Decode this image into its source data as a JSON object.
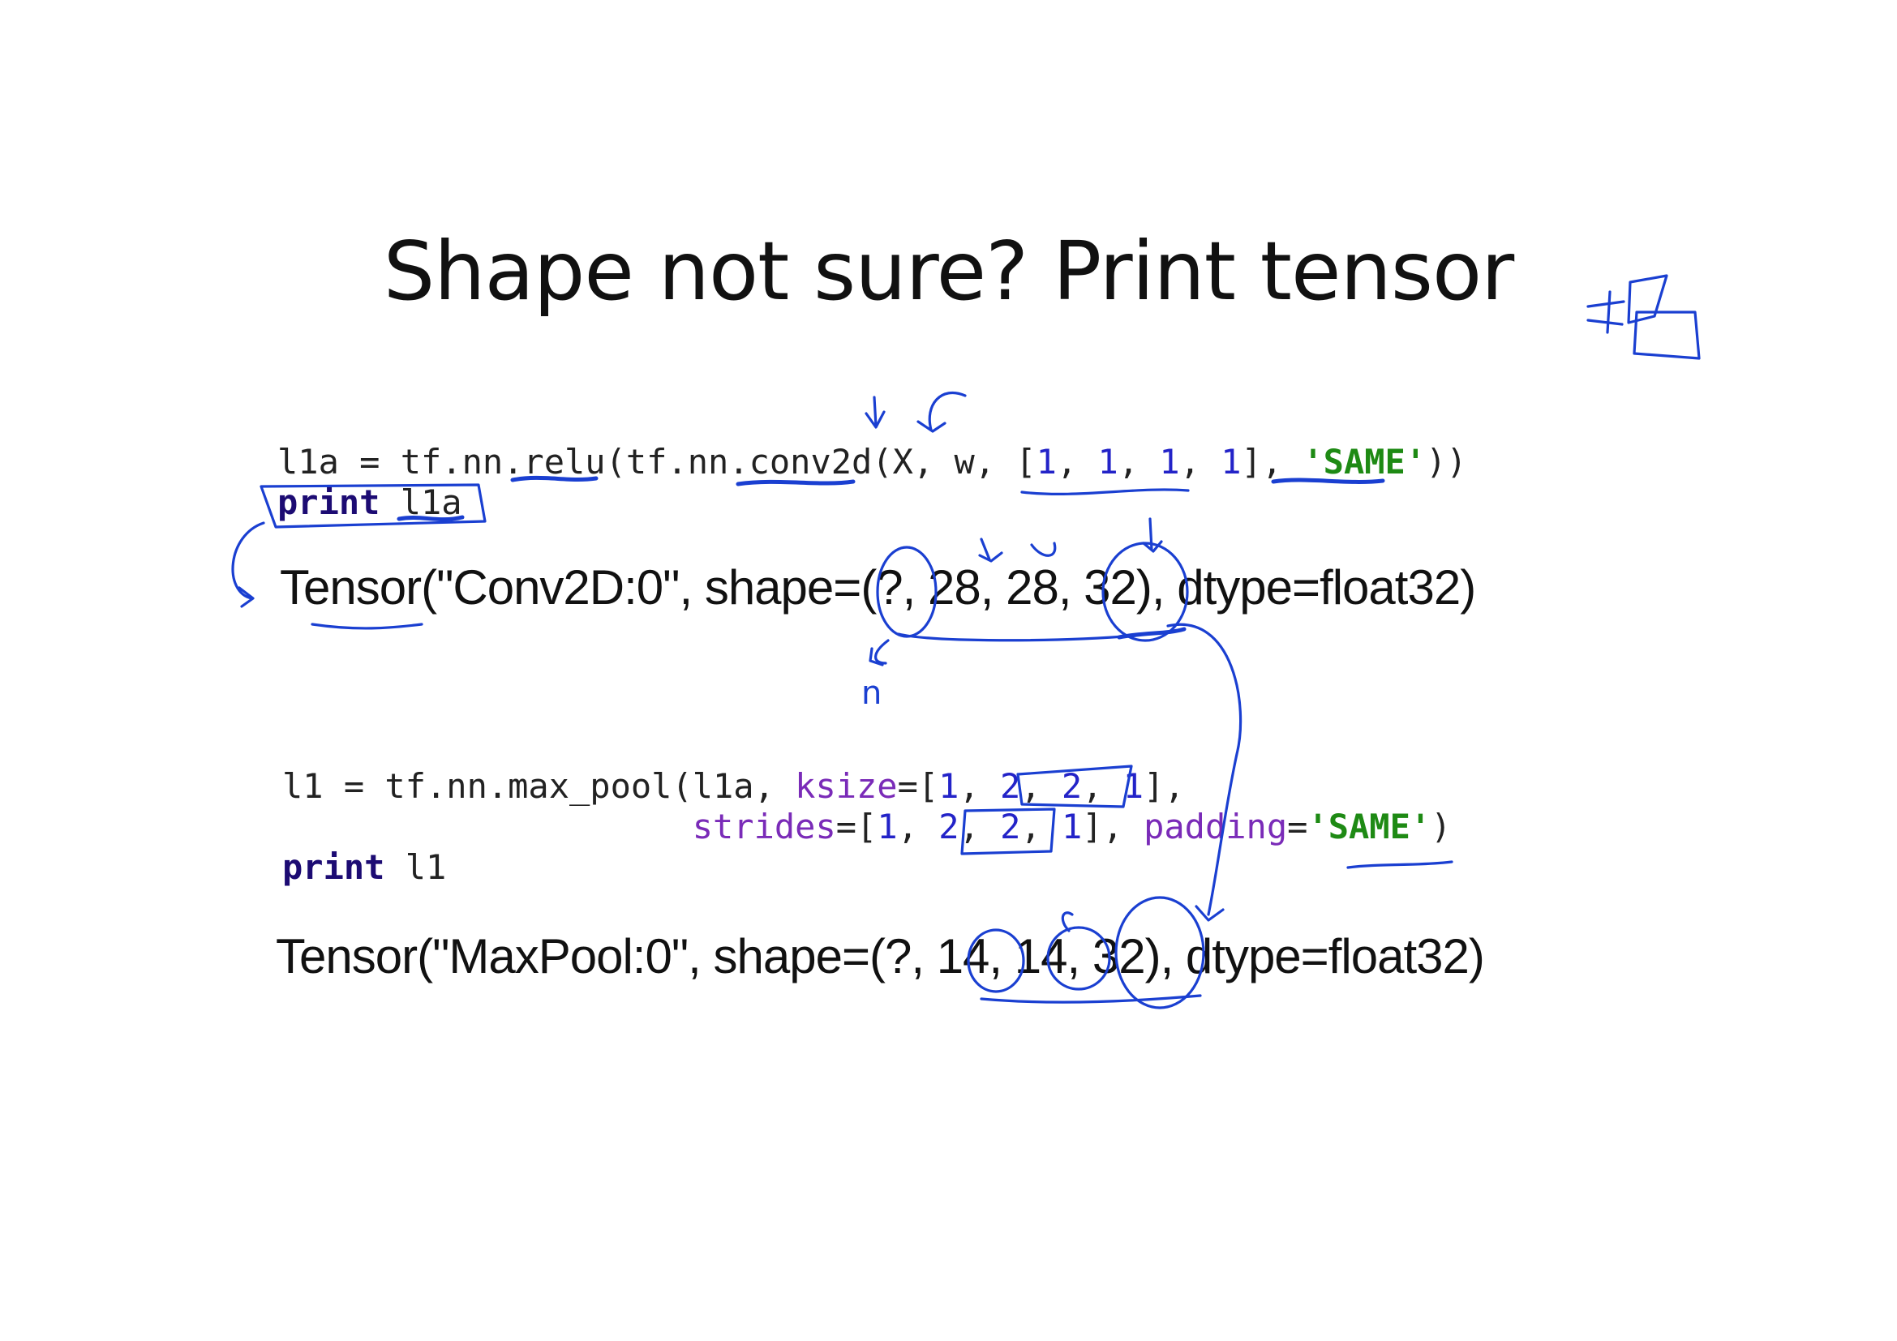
{
  "slide": {
    "title": "Shape not sure? Print tensor"
  },
  "code_block_1": {
    "line1": {
      "prefix": "l1a = tf.nn.relu(tf.nn.conv2d(X, w, [",
      "n1": "1",
      "sep1": ", ",
      "n2": "1",
      "sep2": ", ",
      "n3": "1",
      "sep3": ", ",
      "n4": "1",
      "mid": "], ",
      "padding": "'SAME'",
      "suffix": "))"
    },
    "line2": {
      "keyword": "print",
      "arg": " l1a"
    }
  },
  "output_1": "Tensor(\"Conv2D:0\", shape=(?, 28, 28, 32), dtype=float32)",
  "code_block_2": {
    "line1": {
      "prefix": "l1 = tf.nn.max_pool(l1a, ",
      "param": "ksize",
      "eq": "=[",
      "n1": "1",
      "sep1": ", ",
      "n2": "2",
      "sep2": ", ",
      "n3": "2",
      "sep3": ", ",
      "n4": "1",
      "suffix": "],"
    },
    "line2": {
      "indent": "                    ",
      "param": "strides",
      "eq": "=[",
      "n1": "1",
      "sep1": ", ",
      "n2": "2",
      "sep2": ", ",
      "n3": "2",
      "sep3": ", ",
      "n4": "1",
      "mid": "], ",
      "param2": "padding",
      "eq2": "=",
      "padding": "'SAME'",
      "suffix": ")"
    },
    "line3": {
      "keyword": "print",
      "arg": " l1"
    }
  },
  "output_2": "Tensor(\"MaxPool:0\", shape=(?, 14, 14, 32), dtype=float32)",
  "annotations": {
    "ink_color": "#1a3fd1",
    "handwritten_letter": "n"
  }
}
